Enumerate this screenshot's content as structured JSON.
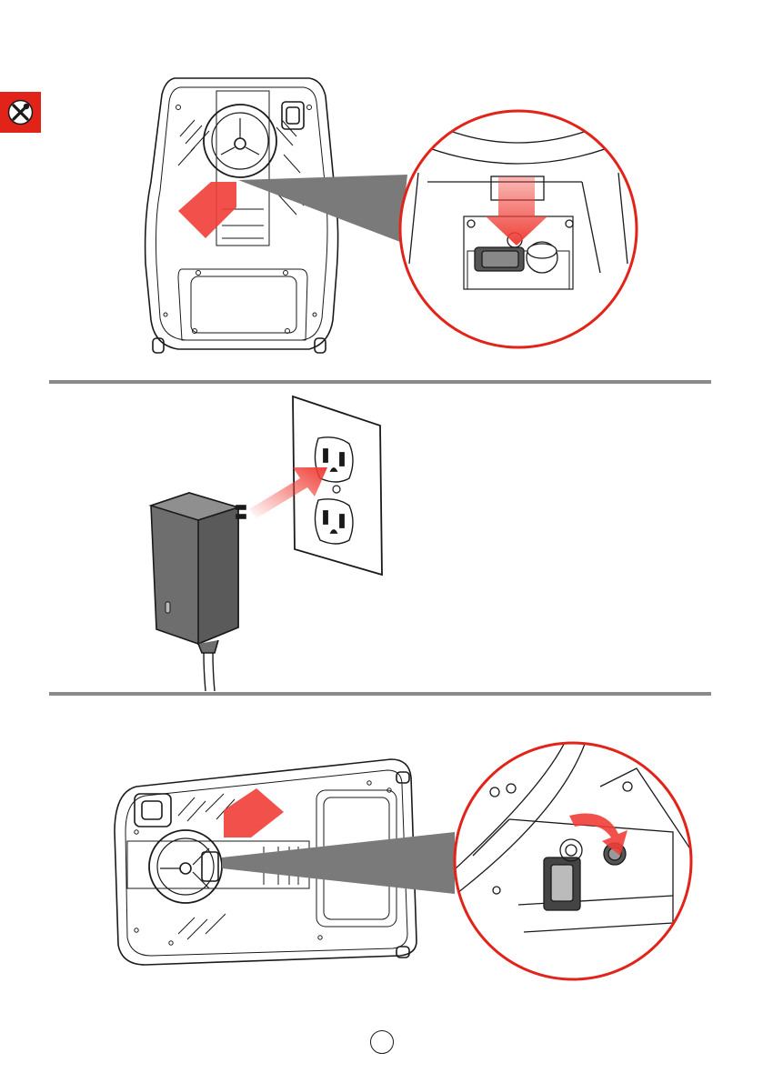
{
  "header": {
    "icon": "tools-icon"
  },
  "colors": {
    "accent": "#e2231a",
    "arrow": "#ef3e36",
    "divider": "#8a8a8a",
    "line": "#1a1a1a",
    "zoom_cone": "#7a7a7a"
  },
  "steps": [
    {
      "id": "step-1",
      "icons": [
        "ride-on-top-view",
        "zoom-detail-switch",
        "down-arrow-icon"
      ]
    },
    {
      "id": "step-2",
      "icons": [
        "charger-adapter",
        "wall-outlet",
        "plug-in-arrow-icon"
      ]
    },
    {
      "id": "step-3",
      "icons": [
        "ride-on-side-view",
        "zoom-detail-charge-port",
        "curved-arrow-icon"
      ]
    }
  ],
  "footer": {
    "page_number_label": ""
  }
}
